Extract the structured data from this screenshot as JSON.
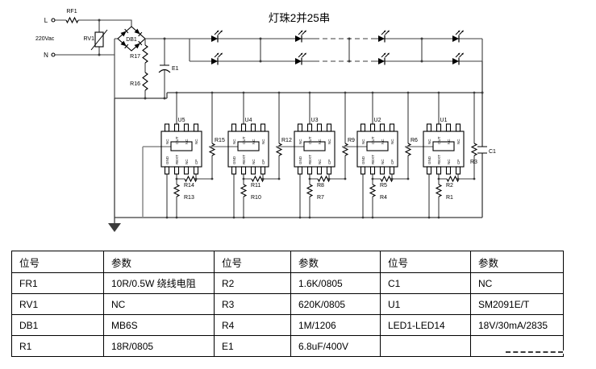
{
  "title": "灯珠2并25串",
  "schematic": {
    "terminals": {
      "live": "L",
      "neutral": "N",
      "voltage": "220Vac"
    },
    "input": {
      "fuse": "RF1",
      "varistor": "RV1",
      "bridge": "DB1",
      "bleeder_top": "R17",
      "bleeder_bottom": "R16",
      "bulk_cap": "E1"
    },
    "output_cap": "C1",
    "pin_labels": {
      "top": [
        "NC",
        "OUT",
        "NC",
        "NC"
      ],
      "bottom": [
        "GND",
        "REXT",
        "NC",
        "CP"
      ]
    },
    "ic_groups": [
      {
        "ref": "U5",
        "chain_resistor": "R15",
        "set_resistor": "R14",
        "gnd_resistor": "R13"
      },
      {
        "ref": "U4",
        "chain_resistor": "R12",
        "set_resistor": "R11",
        "gnd_resistor": "R10"
      },
      {
        "ref": "U3",
        "chain_resistor": "R9",
        "set_resistor": "R8",
        "gnd_resistor": "R7"
      },
      {
        "ref": "U2",
        "chain_resistor": "R6",
        "set_resistor": "R5",
        "gnd_resistor": "R4"
      },
      {
        "ref": "U1",
        "chain_resistor": "R3",
        "set_resistor": "R2",
        "gnd_resistor": "R1"
      }
    ]
  },
  "table": {
    "headers": [
      "位号",
      "参数",
      "位号",
      "参数",
      "位号",
      "参数"
    ],
    "rows": [
      [
        "FR1",
        "10R/0.5W 绕线电阻",
        "R2",
        "1.6K/0805",
        "C1",
        "NC"
      ],
      [
        "RV1",
        "NC",
        "R3",
        "620K/0805",
        "U1",
        "SM2091E/T"
      ],
      [
        "DB1",
        "MB6S",
        "R4",
        "1M/1206",
        "LED1-LED14",
        "18V/30mA/2835"
      ],
      [
        "R1",
        "18R/0805",
        "E1",
        "6.8uF/400V",
        "",
        ""
      ]
    ]
  }
}
